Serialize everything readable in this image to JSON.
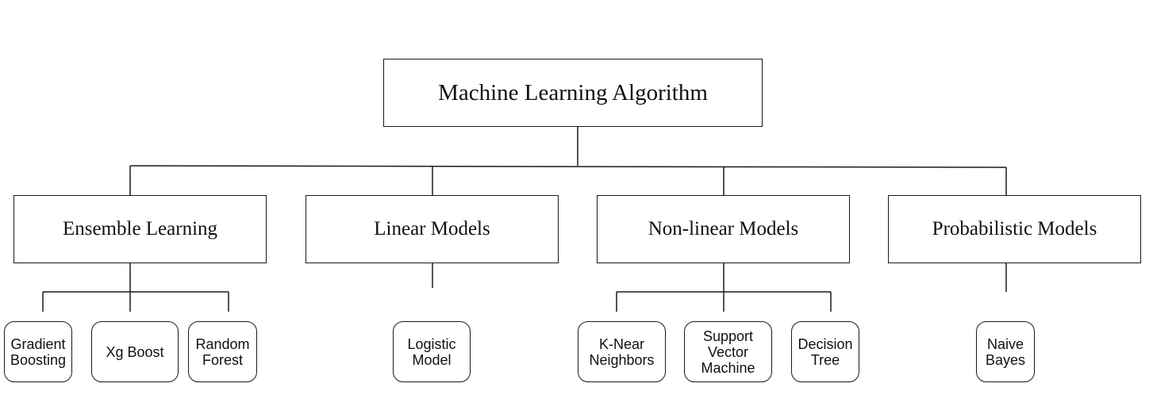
{
  "root": {
    "label": "Machine Learning Algorithm"
  },
  "categories": [
    {
      "label": "Ensemble Learning",
      "leaves": [
        {
          "lines": [
            "Gradient",
            "Boosting"
          ]
        },
        {
          "lines": [
            "Xg Boost"
          ]
        },
        {
          "lines": [
            "Random",
            "Forest"
          ]
        }
      ]
    },
    {
      "label": "Linear Models",
      "leaves": [
        {
          "lines": [
            "Logistic",
            "Model"
          ]
        }
      ]
    },
    {
      "label": "Non-linear Models",
      "leaves": [
        {
          "lines": [
            "K-Near",
            "Neighbors"
          ]
        },
        {
          "lines": [
            "Support",
            "Vector",
            "Machine"
          ]
        },
        {
          "lines": [
            "Decision",
            "Tree"
          ]
        }
      ]
    },
    {
      "label": "Probabilistic Models",
      "leaves": [
        {
          "lines": [
            "Naive",
            "Bayes"
          ]
        }
      ]
    }
  ]
}
